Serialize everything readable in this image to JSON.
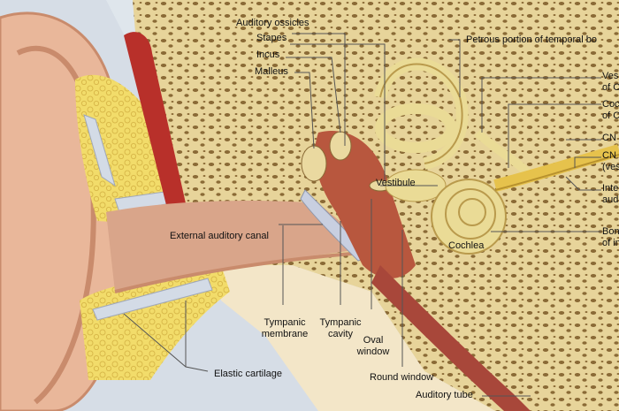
{
  "labels": {
    "auditory_ossicles": "Auditory ossicles",
    "stapes": "Stapes",
    "incus": "Incus",
    "malleus": "Malleus",
    "petrous_portion": "Petrous portion of temporal bo",
    "vestibular_nerve_1": "Ves",
    "vestibular_nerve_2": "of C",
    "cochlear_nerve_1": "Coc",
    "cochlear_nerve_2": "of C",
    "cn_a": "CN",
    "cn_b_1": "CN",
    "cn_b_2": "(ves",
    "internal_meatus_1": "Inte",
    "internal_meatus_2": "aud",
    "vestibule": "Vestibule",
    "external_canal": "External auditory canal",
    "cochlea": "Cochlea",
    "bony_labyrinth_1": "Bon",
    "bony_labyrinth_2": "of in",
    "tympanic_membrane_1": "Tympanic",
    "tympanic_membrane_2": "membrane",
    "tympanic_cavity_1": "Tympanic",
    "tympanic_cavity_2": "cavity",
    "oval_window_1": "Oval",
    "oval_window_2": "window",
    "elastic_cartilage": "Elastic cartilage",
    "round_window": "Round window",
    "auditory_tube": "Auditory tube"
  },
  "colors": {
    "background": "#dfe6ec",
    "skin": "#e9b79a",
    "skin_shadow": "#c98b6c",
    "bone": "#e7d49a",
    "bone_pore": "#8a6a36",
    "cartilage": "#f2dc6a",
    "canal": "#d9a58a",
    "membrane": "#c8cfe0",
    "muscle": "#b8302a",
    "cavity": "#b8573e",
    "labyrinth": "#eadb96",
    "tube": "#a8473a",
    "leader": "#555555"
  }
}
